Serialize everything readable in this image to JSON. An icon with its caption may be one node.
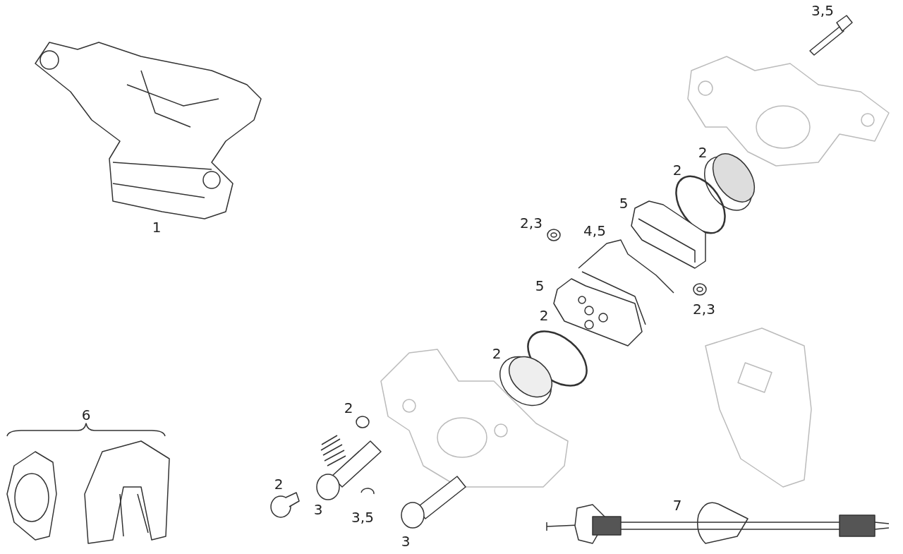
{
  "diagram": {
    "labels": [
      "3,5",
      "2",
      "2",
      "5",
      "2,3",
      "1",
      "4,5",
      "5",
      "2,3",
      "2",
      "2",
      "2",
      "6",
      "2",
      "7",
      "3",
      "3,5",
      "3"
    ]
  }
}
